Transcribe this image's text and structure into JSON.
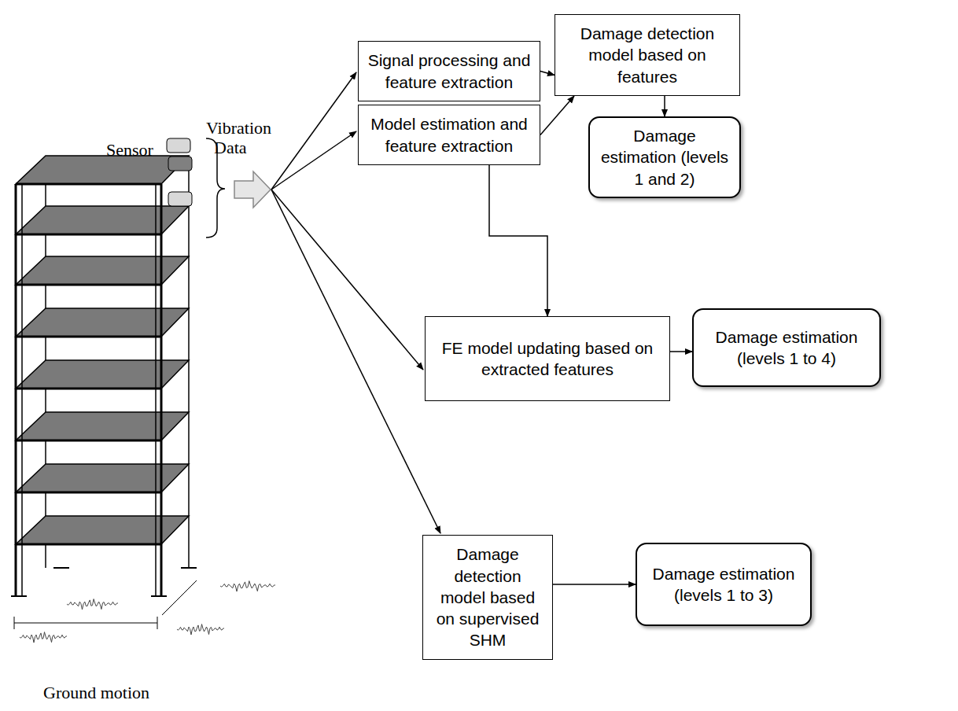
{
  "diagram": {
    "nodes": [
      {
        "text": [
          "Signal processing and feature extraction"
        ]
      },
      {
        "text": [
          "Damage detection model based on features"
        ]
      },
      {
        "text": [
          "Model estimation and feature extraction"
        ]
      },
      {
        "text": [
          "Damage estimation (levels 1 and 2)"
        ]
      },
      {
        "text": [
          "FE model updating based on extracted features"
        ]
      },
      {
        "text": [
          "Damage estimation (levels 1 to 4)"
        ]
      },
      {
        "text": [
          "Damage detection model based on supervised SHM"
        ]
      },
      {
        "text": [
          "Damage estimation (levels 1 to 3)"
        ]
      }
    ],
    "edges": [
      {
        "from": 0,
        "to": 1,
        "arrow": "to"
      },
      {
        "from": 2,
        "to": 1,
        "arrow": "to"
      },
      {
        "from": 1,
        "to": 3,
        "arrow": "to"
      },
      {
        "from": 2,
        "to": 4,
        "arrow": "to"
      },
      {
        "from": 4,
        "to": 5,
        "arrow": "to"
      },
      {
        "from": 6,
        "to": 7,
        "arrow": "to"
      }
    ],
    "labels": [
      "Sensor",
      "Vibration",
      "Data",
      "Ground motion"
    ]
  }
}
